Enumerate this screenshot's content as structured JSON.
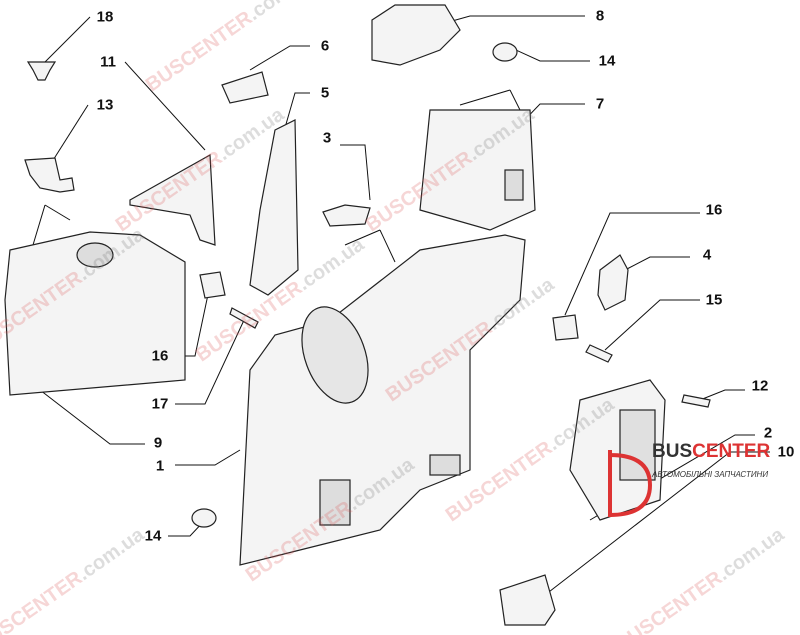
{
  "callouts": {
    "n18": "18",
    "n11": "11",
    "n13": "13",
    "n6": "6",
    "n5": "5",
    "n8": "8",
    "n14a": "14",
    "n7": "7",
    "n3": "3",
    "n16a": "16",
    "n4": "4",
    "n15": "15",
    "n16b": "16",
    "n17": "17",
    "n9": "9",
    "n1": "1",
    "n14b": "14",
    "n12": "12",
    "n2": "2",
    "n10": "10"
  },
  "watermark": {
    "brand": "BUSCENTER",
    "domain": ".com.ua"
  },
  "logo": {
    "brand_a": "BUS",
    "brand_b": "CENTER",
    "tagline": "АВТОМОБІЛЬНІ ЗАПЧАСТИНИ"
  },
  "colors": {
    "watermark": "#dc5a5a",
    "line": "#111111"
  }
}
